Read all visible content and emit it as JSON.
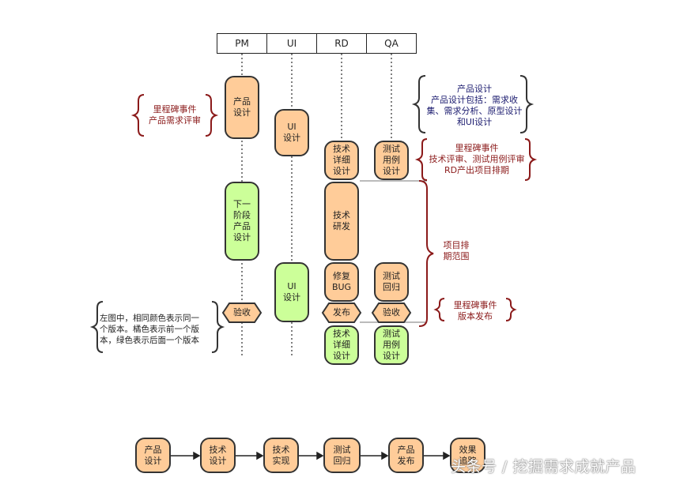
{
  "header": {
    "lanes": [
      "PM",
      "UI",
      "RD",
      "QA"
    ]
  },
  "nodes": {
    "pm_product_design": "产品\n设计",
    "ui_design": "UI\n设计",
    "rd_tech_detail_design": "技术\n详细\n设计",
    "qa_test_case_design": "测试\n用例\n设计",
    "pm_next_phase_design": "下一\n阶段\n产品\n设计",
    "rd_tech_dev": "技术\n研发",
    "ui_design_2": "UI\n设计",
    "rd_fix_bug": "修复\nBUG",
    "qa_regression": "测试\n回归",
    "pm_acceptance": "验收",
    "rd_release": "发布",
    "qa_acceptance": "验收",
    "rd_tech_detail_design_2": "技术\n详细\n设计",
    "qa_test_case_design_2": "测试\n用例\n设计"
  },
  "notes": {
    "milestone_left": "里程碑事件\n产品需求评审",
    "product_design_desc": "产品设计\n产品设计包括：需求收\n集、需求分析、原型设计\n和UI设计",
    "milestone_tech_review": "里程碑事件\n技术评审、测试用例评审\nRD产出项目排期",
    "project_range": "项目排\n期范围",
    "milestone_release": "里程碑事件\n版本发布",
    "color_legend": "左图中，相同颜色表示同一\n个版本。橘色表示前一个版\n本，绿色表示后面一个版本"
  },
  "flow": [
    "产品\n设计",
    "技术\n设计",
    "技术\n实现",
    "测试\n回归",
    "产品\n发布",
    "效果\n追踪"
  ],
  "watermark": "头条号 / 挖掘需求成就产品",
  "colors": {
    "orange": "#ffcc99",
    "green": "#ccff99",
    "milestone_brace": "#8b1a1a",
    "design_brace": "#333333"
  }
}
